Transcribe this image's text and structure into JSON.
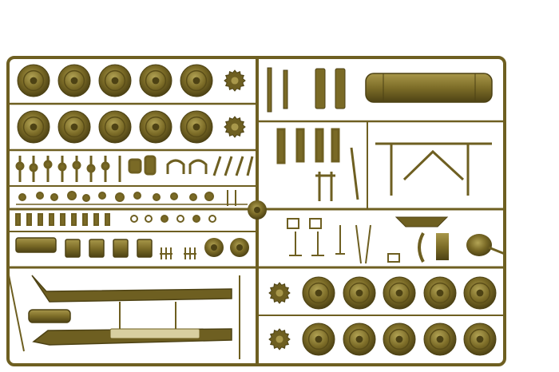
{
  "image": {
    "subject": "model-kit-sprue",
    "plastic_color": "#6e5f21",
    "plastic_dark": "#4d4214",
    "plastic_light": "#a8974a",
    "background_color": "#ffffff"
  },
  "parts": {
    "road_wheel_count_upper": 10,
    "road_wheel_count_lower": 10,
    "sprocket_count": 4
  }
}
